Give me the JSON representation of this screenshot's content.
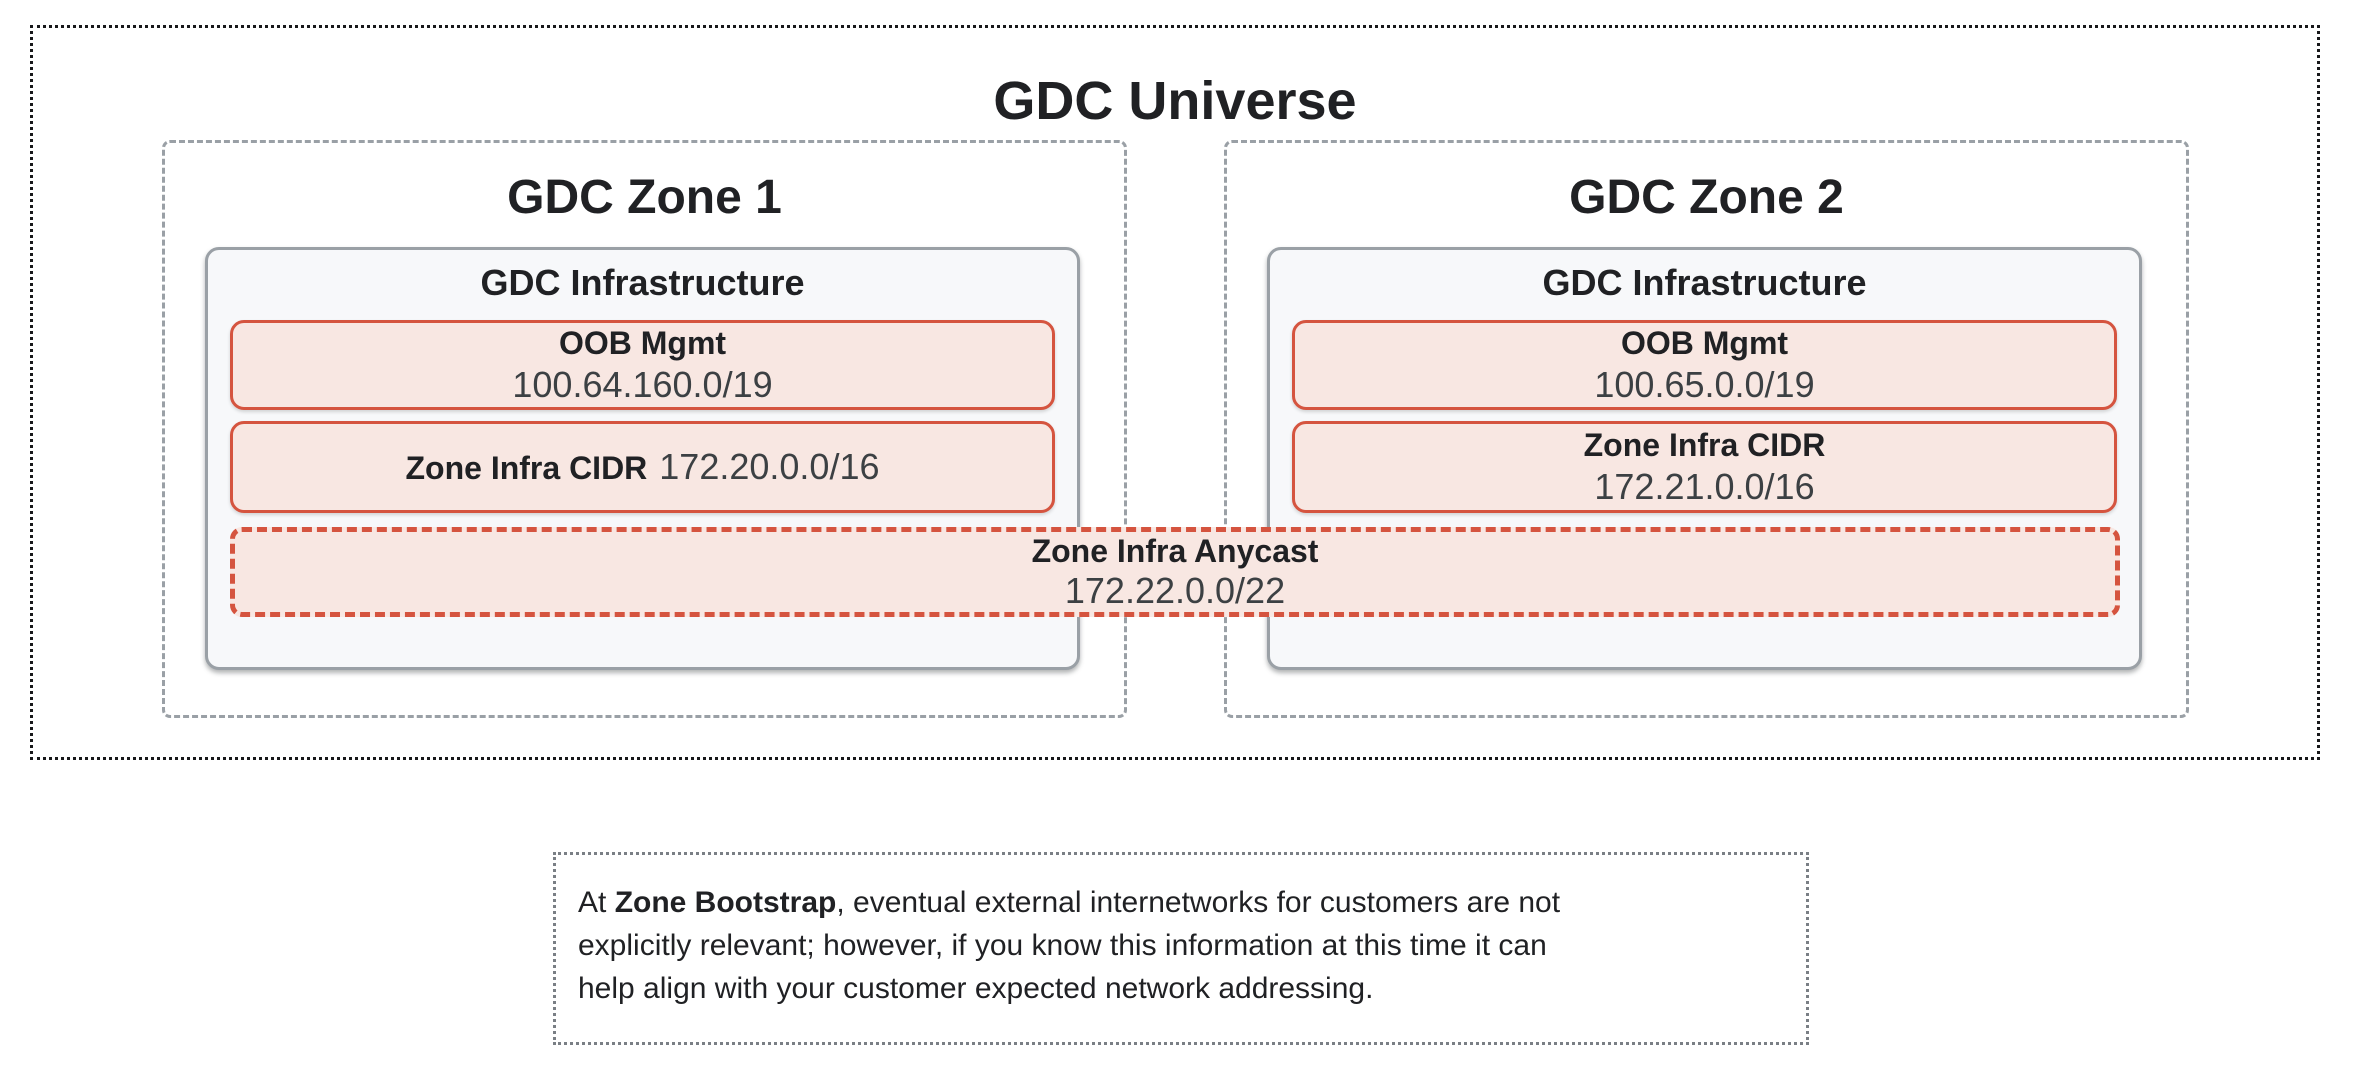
{
  "colors": {
    "accent-red": "#D5543F",
    "accent-red-fill": "#F8E7E2",
    "gray-border": "#9AA0A6",
    "infra-bg": "#F7F8FA",
    "text": "#202124",
    "value-text": "#3C4043",
    "note-border": "#7A7F85",
    "universe-border": "#17181A"
  },
  "universe": {
    "title": "GDC Universe",
    "zones": [
      {
        "title": "GDC Zone 1",
        "infrastructure": {
          "title": "GDC Infrastructure",
          "oob_mgmt": {
            "label": "OOB Mgmt",
            "cidr": "100.64.160.0/19"
          },
          "zone_infra": {
            "label": "Zone Infra CIDR",
            "cidr": "172.20.0.0/16"
          }
        }
      },
      {
        "title": "GDC Zone 2",
        "infrastructure": {
          "title": "GDC Infrastructure",
          "oob_mgmt": {
            "label": "OOB Mgmt",
            "cidr": "100.65.0.0/19"
          },
          "zone_infra": {
            "label": "Zone Infra CIDR",
            "cidr": "172.21.0.0/16"
          }
        }
      }
    ],
    "anycast": {
      "label": "Zone Infra Anycast",
      "cidr": "172.22.0.0/22"
    }
  },
  "note": {
    "line1_prefix": "At ",
    "line1_bold": "Zone Bootstrap",
    "line1_rest": ", eventual external internetworks for customers are not",
    "line2": "explicitly relevant; however, if you know this information at this time it can",
    "line3": "help align with your customer expected network addressing."
  }
}
